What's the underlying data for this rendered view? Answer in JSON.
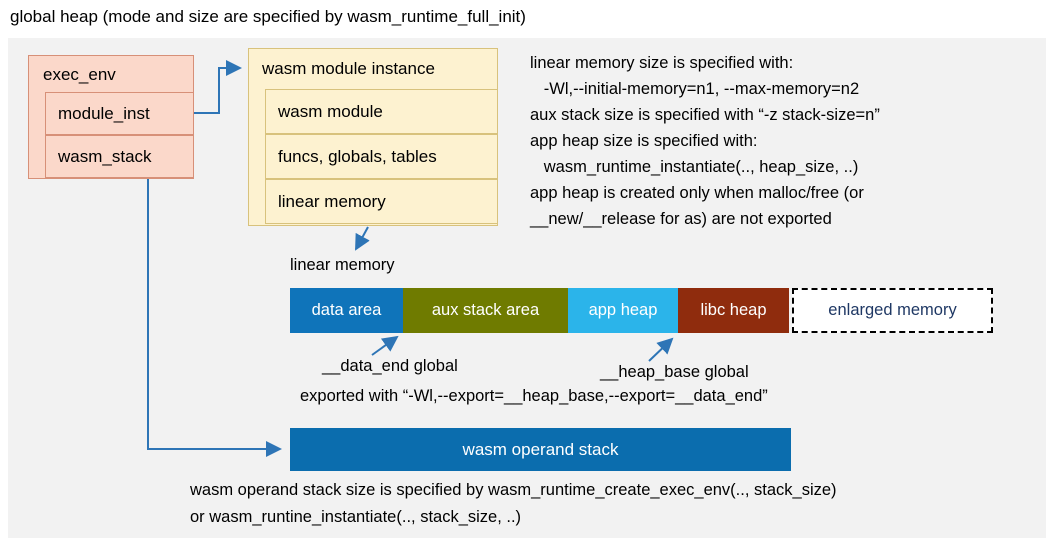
{
  "title": "global heap (mode and size are specified by wasm_runtime_full_init)",
  "exec_env": {
    "label": "exec_env",
    "children": [
      {
        "label": "module_inst"
      },
      {
        "label": "wasm_stack"
      }
    ]
  },
  "module_instance": {
    "label": "wasm module instance",
    "children": [
      {
        "label": "wasm module"
      },
      {
        "label": "funcs, globals, tables"
      },
      {
        "label": "linear memory"
      }
    ]
  },
  "notes": {
    "lines": [
      "linear memory size is specified with:",
      "   -Wl,--initial-memory=n1, --max-memory=n2",
      "aux stack size is specified with “-z stack-size=n”",
      "app heap size is specified with:",
      "   wasm_runtime_instantiate(.., heap_size, ..)",
      "app heap is created only when malloc/free (or",
      "__new/__release for as) are not exported"
    ]
  },
  "linear_memory": {
    "label": "linear memory",
    "segments": [
      {
        "label": "data area",
        "color": "#0f74ba"
      },
      {
        "label": "aux stack area",
        "color": "#6f7b00"
      },
      {
        "label": "app heap",
        "color": "#2bb4ea"
      },
      {
        "label": "libc heap",
        "color": "#8f2c0d"
      },
      {
        "label": "enlarged memory",
        "color": "#ffffff",
        "text_color": "#1f3864"
      }
    ]
  },
  "annotations": {
    "data_end": "__data_end global",
    "heap_base": "__heap_base global",
    "exported": "exported with “-Wl,--export=__heap_base,--export=__data_end”"
  },
  "operand_stack": {
    "label": "wasm operand stack",
    "color": "#0b6dae"
  },
  "footer": {
    "lines": [
      "wasm operand stack size is specified by wasm_runtime_create_exec_env(.., stack_size)",
      "or wasm_runtine_instantiate(.., stack_size, ..)"
    ]
  },
  "colors": {
    "panel_bg": "#f2f2f2",
    "exec_env_fill": "#fbd8ca",
    "exec_env_border": "#d79078",
    "module_instance_fill": "#fdf2d0",
    "module_instance_border": "#d8c27c",
    "arrow": "#2e75b6"
  }
}
